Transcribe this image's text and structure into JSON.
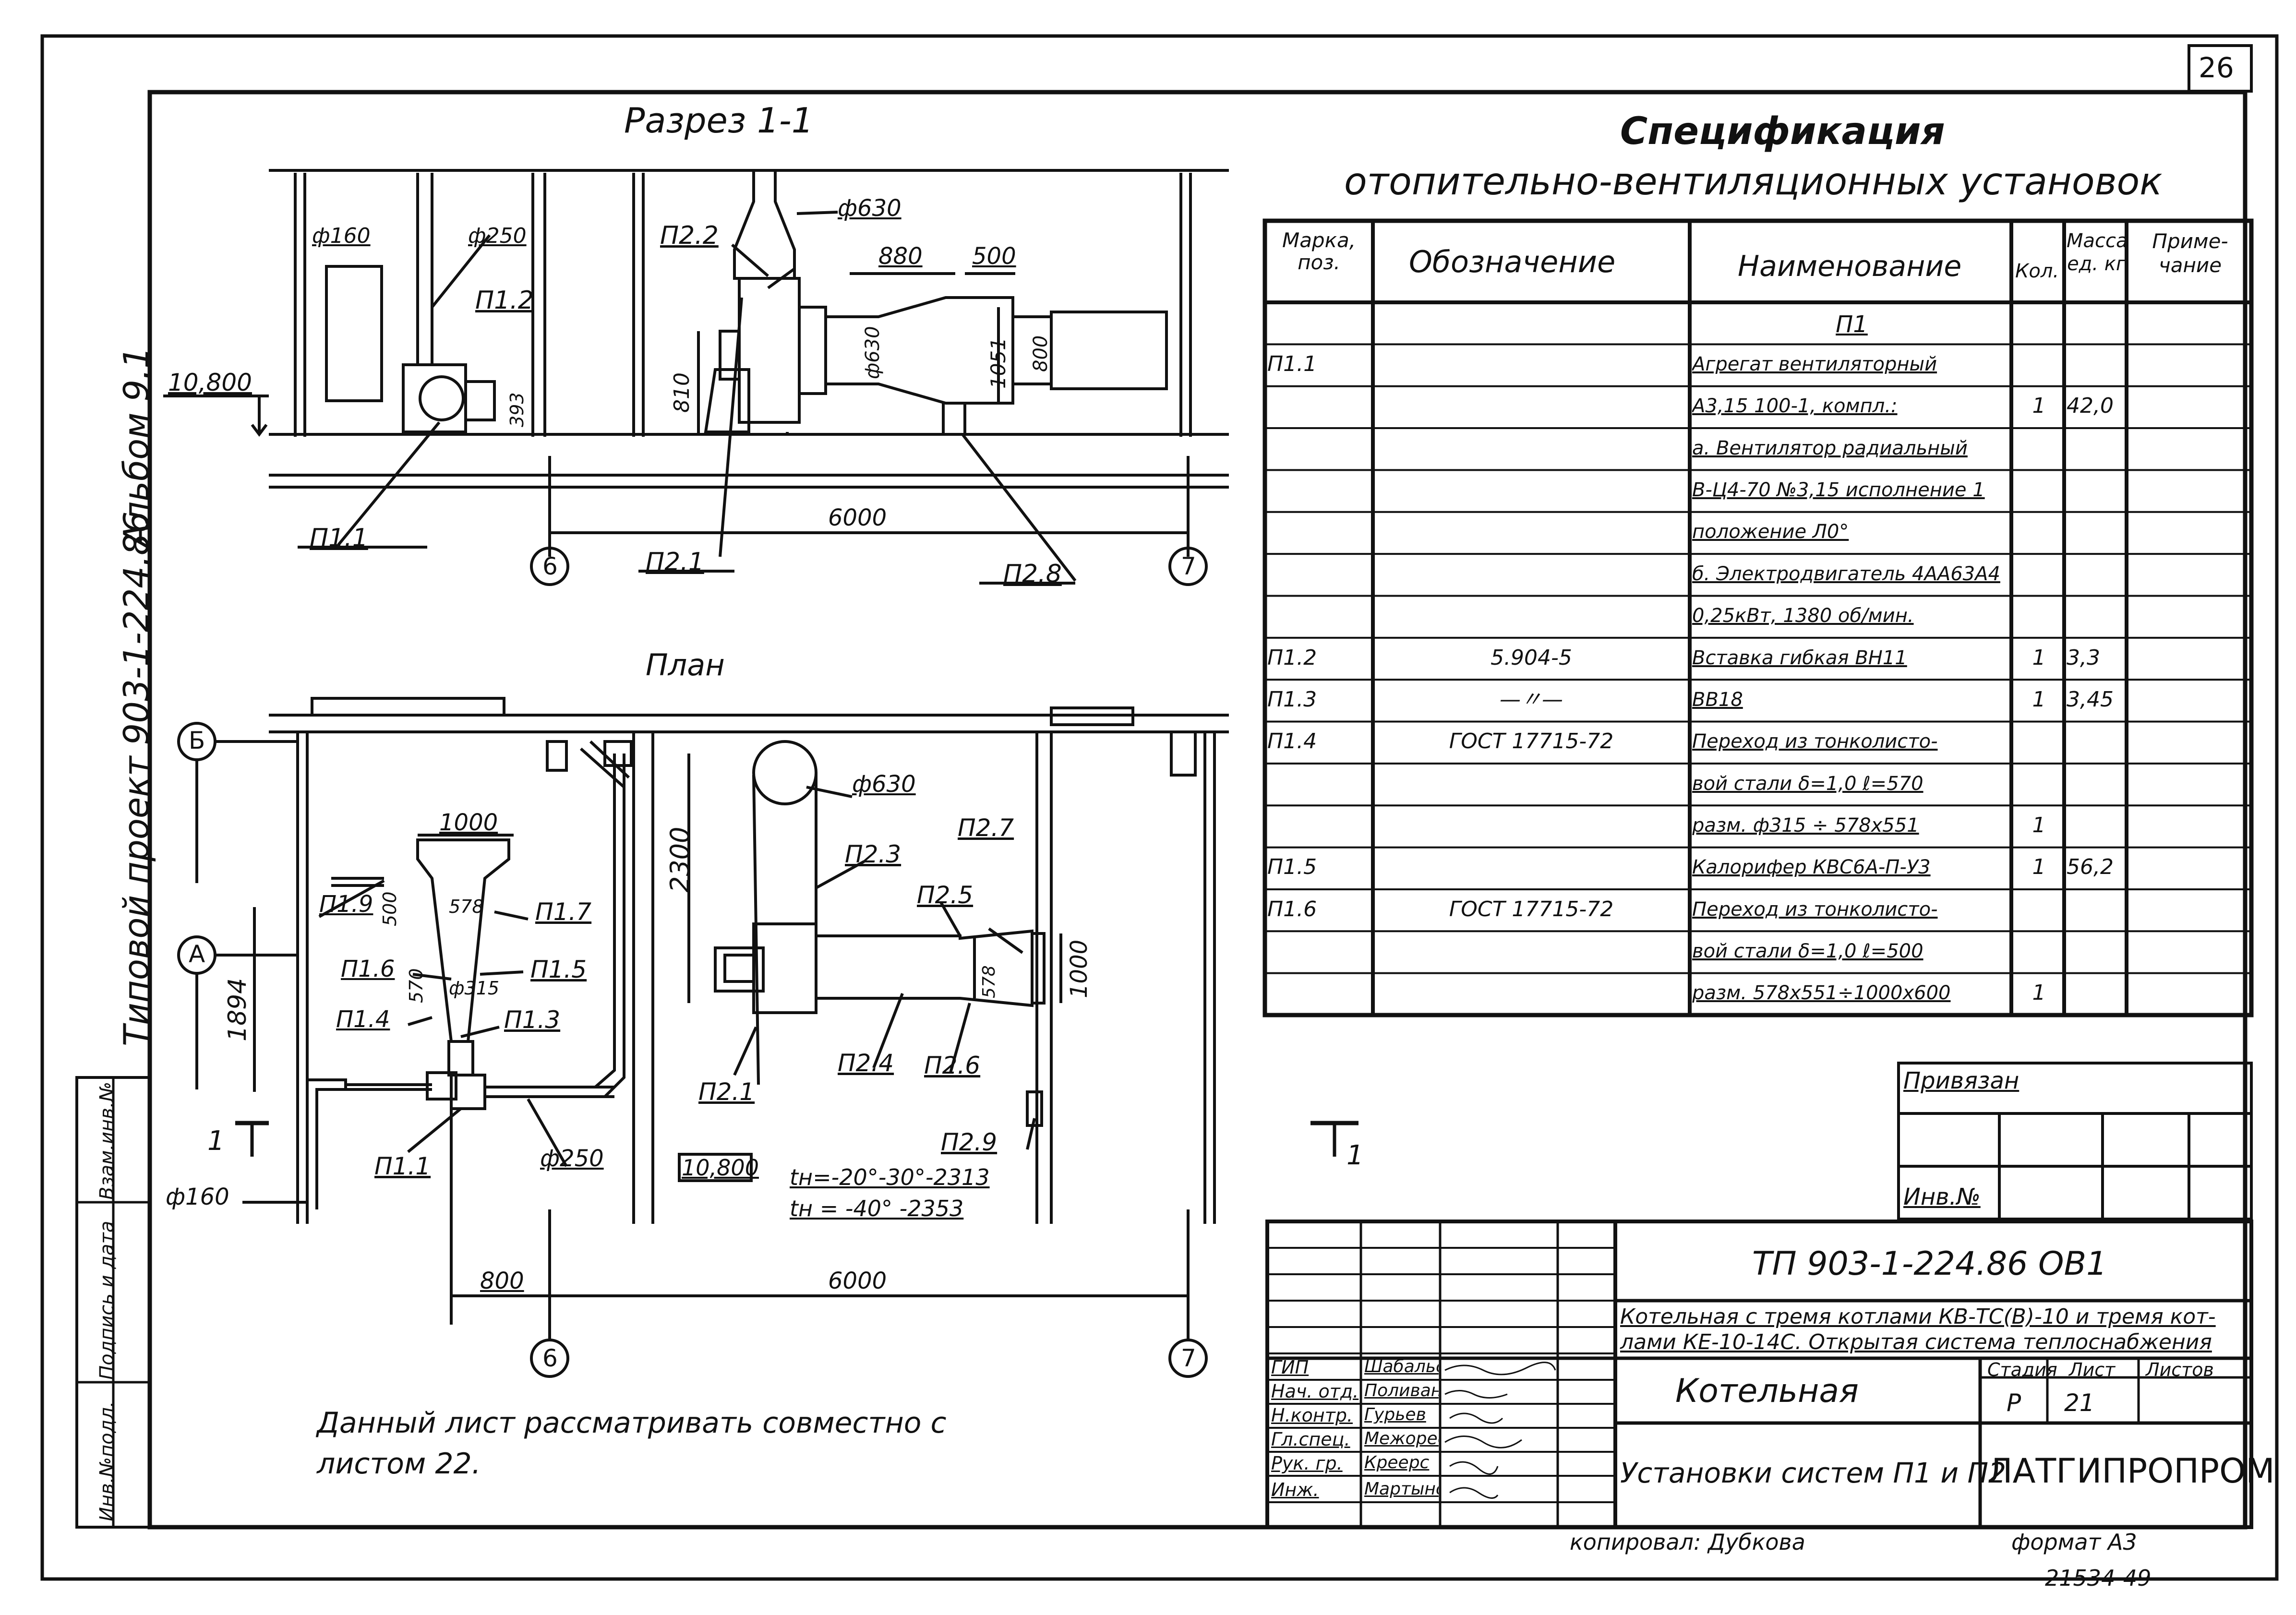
{
  "sheet_number": "26",
  "sidebar": {
    "project": "Типовой проект 903-1-224.86",
    "album": "Альбом 9.1",
    "stamp_cells": [
      "Инв.№подл.",
      "Подпись и дата",
      "Взам.инв.№"
    ]
  },
  "section": {
    "title": "Разрез 1-1",
    "level": "10,800",
    "dims": [
      "ф160",
      "ф250",
      "ф630",
      "880",
      "500",
      "ф630",
      "1051",
      "800",
      "810",
      "393",
      "6000"
    ],
    "labels": [
      "П2.2",
      "П1.2",
      "П1.1",
      "П2.1",
      "П2.8"
    ],
    "axes": [
      "6",
      "7"
    ]
  },
  "plan": {
    "title": "План",
    "axes_left": [
      "Б",
      "А"
    ],
    "axes_bottom": [
      "6",
      "7"
    ],
    "dims": [
      "1000",
      "500",
      "578",
      "570",
      "ф315",
      "1894",
      "ф250",
      "ф160",
      "2300",
      "ф630",
      "578",
      "1000",
      "800",
      "6000"
    ],
    "labels": [
      "П1.9",
      "П1.7",
      "П1.6",
      "П1.5",
      "П1.4",
      "П1.3",
      "П1.1",
      "П2.3",
      "П2.5",
      "П2.7",
      "П2.1",
      "П2.4",
      "П2.6",
      "П2.9"
    ],
    "level": "10,800",
    "temp1": "tн=-20°-30°-2313",
    "temp2": "tн = -40° -2353",
    "cut1": "1",
    "cut2": "1"
  },
  "note": {
    "line1": "Данный лист рассматривать совместно с",
    "line2": "листом 22."
  },
  "spec": {
    "title1": "Спецификация",
    "title2": "отопительно-вентиляционных установок",
    "headers": [
      "Марка, поз.",
      "Обозначение",
      "Наименование",
      "Кол.",
      "Масса ед. кг",
      "Приме- чание"
    ],
    "rows": [
      [
        "",
        "",
        "П1",
        "",
        "",
        ""
      ],
      [
        "П1.1",
        "",
        "Агрегат вентиляторный",
        "",
        "",
        ""
      ],
      [
        "",
        "",
        "А3,15 100-1, компл.:",
        "1",
        "42,0",
        ""
      ],
      [
        "",
        "",
        "а. Вентилятор радиальный",
        "",
        "",
        ""
      ],
      [
        "",
        "",
        "В-Ц4-70 №3,15 исполнение 1",
        "",
        "",
        ""
      ],
      [
        "",
        "",
        "положение Л0°",
        "",
        "",
        ""
      ],
      [
        "",
        "",
        "б. Электродвигатель 4АА63А4",
        "",
        "",
        ""
      ],
      [
        "",
        "",
        "0,25кВт, 1380 об/мин.",
        "",
        "",
        ""
      ],
      [
        "П1.2",
        "5.904-5",
        "Вставка гибкая ВН11",
        "1",
        "3,3",
        ""
      ],
      [
        "П1.3",
        "—〃—",
        "ВВ18",
        "1",
        "3,45",
        ""
      ],
      [
        "П1.4",
        "ГОСТ 17715-72",
        "Переход из тонколисто-",
        "",
        "",
        ""
      ],
      [
        "",
        "",
        "вой стали δ=1,0 ℓ=570",
        "",
        "",
        ""
      ],
      [
        "",
        "",
        "разм. ф315 ÷ 578x551",
        "1",
        "",
        ""
      ],
      [
        "П1.5",
        "",
        "Калорифер КВС6А-П-У3",
        "1",
        "56,2",
        ""
      ],
      [
        "П1.6",
        "ГОСТ 17715-72",
        "Переход из тонколисто-",
        "",
        "",
        ""
      ],
      [
        "",
        "",
        "вой стали δ=1,0 ℓ=500",
        "",
        "",
        ""
      ],
      [
        "",
        "",
        "разм. 578x551÷1000x600",
        "1",
        "",
        ""
      ]
    ]
  },
  "privyazan": {
    "label": "Привязан",
    "inv": "Инв.№"
  },
  "title_block": {
    "code": "ТП 903-1-224.86 ОВ1",
    "desc1": "Котельная с тремя котлами КВ-ТС(В)-10 и тремя кот-",
    "desc2": "лами КЕ-10-14С. Открытая система теплоснабжения",
    "building": "Котельная",
    "sheet_title": "Установки систем П1 и П2",
    "org": "ЛАТГИПРОПРОМ",
    "stage_label": "Стадия",
    "sheet_label": "Лист",
    "sheets_label": "Листов",
    "stage": "Р",
    "sheet": "21",
    "roles": [
      "ГИП",
      "Нач. отд.",
      "Н.контр.",
      "Гл.спец.",
      "Рук. гр.",
      "Инж."
    ],
    "names": [
      "Шабальский",
      "Поливанов",
      "Гурьев",
      "Межорес",
      "Креерс",
      "Мартынова"
    ]
  },
  "footer": {
    "copied": "копировал: Дубкова",
    "format": "формат А3",
    "number": "21534-49"
  }
}
